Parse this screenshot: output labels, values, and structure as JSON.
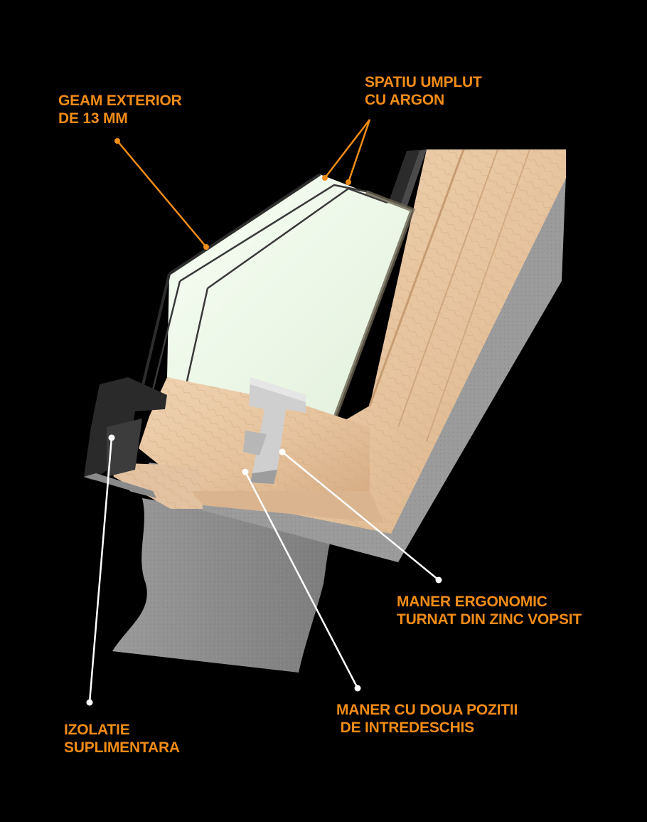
{
  "colors": {
    "background": "#000000",
    "label_text": "#f28c18",
    "leader_orange": "#f28c18",
    "leader_white": "#ffffff",
    "wood": "#e7c6a2",
    "wood_dark": "#c99f78",
    "glass": "#eef8ea",
    "flashing_gray": "#8c8c8c"
  },
  "labels": {
    "exterior_glass": {
      "line1": "GEAM EXTERIOR",
      "line2": "DE 13 MM"
    },
    "argon_space": {
      "line1": "SPATIU UMPLUT",
      "line2": "CU ARGON"
    },
    "ergonomic_handle": {
      "line1": "MANER ERGONOMIC",
      "line2": "TURNAT DIN ZINC VOPSIT"
    },
    "two_position_handle": {
      "line1": "MANER CU DOUA POZITII",
      "line2": " DE INTREDESCHIS"
    },
    "extra_insulation": {
      "line1": "IZOLATIE",
      "line2": "SUPLIMENTARA"
    }
  }
}
